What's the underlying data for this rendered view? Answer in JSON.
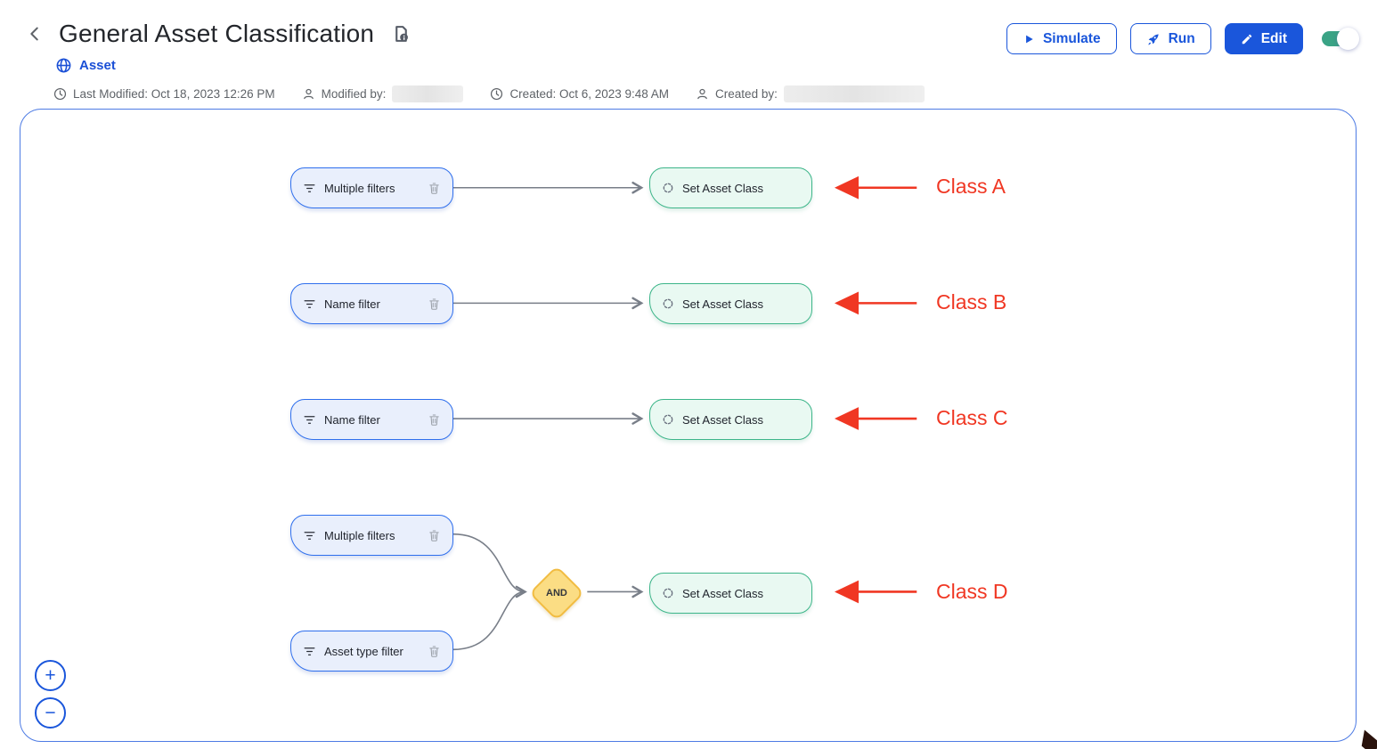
{
  "header": {
    "title": "General Asset Classification",
    "breadcrumb": "Asset",
    "meta": {
      "last_modified": "Last Modified: Oct 18, 2023 12:26 PM",
      "modified_by": "Modified by:",
      "created": "Created: Oct 6, 2023 9:48 AM",
      "created_by": "Created by:"
    },
    "buttons": {
      "simulate": "Simulate",
      "run": "Run",
      "edit": "Edit"
    },
    "toggle": {
      "state": "on"
    }
  },
  "canvas": {
    "filters": [
      {
        "label": "Multiple filters"
      },
      {
        "label": "Name filter"
      },
      {
        "label": "Name filter"
      },
      {
        "label": "Multiple filters"
      },
      {
        "label": "Asset type filter"
      }
    ],
    "actions": [
      {
        "label": "Set Asset Class"
      },
      {
        "label": "Set Asset Class"
      },
      {
        "label": "Set Asset Class"
      },
      {
        "label": "Set Asset Class"
      }
    ],
    "gate_label": "AND",
    "annotations": [
      {
        "label": "Class A"
      },
      {
        "label": "Class B"
      },
      {
        "label": "Class C"
      },
      {
        "label": "Class D"
      }
    ],
    "zoom_in": "+",
    "zoom_out": "−"
  },
  "colors": {
    "accent_blue": "#1a56db",
    "filter_fill": "#e9effc",
    "filter_border": "#2f6fed",
    "action_fill": "#e9f9f2",
    "action_border": "#3cb589",
    "gate_fill": "#fbdd84",
    "gate_border": "#f1bc42",
    "annotation_red": "#f03723",
    "toggle_on": "#3aa385",
    "connector_gray": "#787e88",
    "canvas_border": "#4d7be4"
  }
}
